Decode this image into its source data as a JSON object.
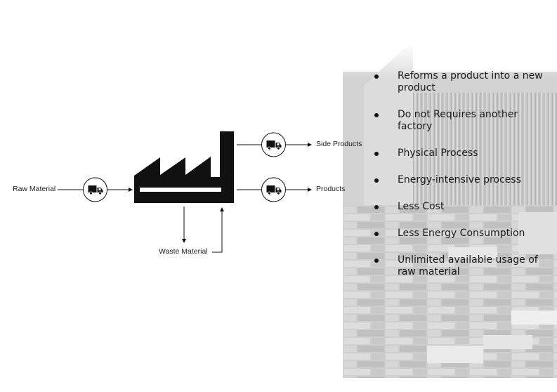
{
  "diagram": {
    "input_label": "Raw Material",
    "outputs": [
      {
        "label": "Side Products",
        "icon": "truck-icon"
      },
      {
        "label": "Products",
        "icon": "truck-icon"
      }
    ],
    "input_icon": "truck-icon",
    "process_icon": "factory-icon",
    "waste_label": "Waste Material"
  },
  "features": [
    {
      "text": "Reforms a product into a new product"
    },
    {
      "text": "Do not Requires another factory"
    },
    {
      "text": "Physical Process"
    },
    {
      "text": "Energy-intensive process"
    },
    {
      "text": "Less Cost"
    },
    {
      "text": "Less Energy Consumption"
    },
    {
      "text": "Unlimited available usage of raw material"
    }
  ],
  "background_image": "stacked-bricks-photo"
}
